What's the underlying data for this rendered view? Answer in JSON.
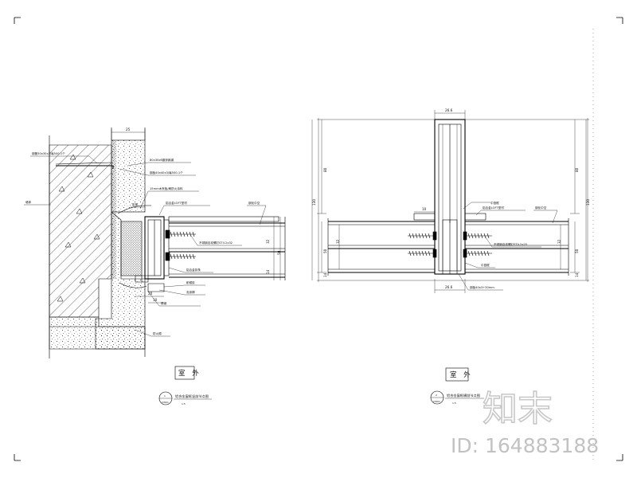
{
  "drawing_left": {
    "dims": {
      "top_width": "25",
      "d1": "20",
      "d2": "10",
      "side_a": "32",
      "side_b": "50",
      "side_c": "14",
      "side_d": "12"
    },
    "labels": [
      "钢管30x30x3/每500-1个",
      "80x30x6镀锌扁钢",
      "钢板40x40x3/每500-1个",
      "15mm木夹板/刷防火涂料",
      "胶条",
      "铝合金LOFT型材",
      "钢化中空",
      "不锈钢自攻螺钉ST4.2x32",
      "铝合金扣条",
      "耐候胶",
      "泡沫棒",
      "角钢",
      "墙体",
      "防火棉"
    ],
    "room_label": "室 外",
    "caption": {
      "number": "1",
      "ref": "CW01",
      "title": "铝合金窗框竖剖节点图",
      "scale": "1:5"
    }
  },
  "drawing_right": {
    "dims": {
      "top_width": "26.6",
      "bottom_width": "26.6",
      "left_total": "130",
      "left_upper": "80",
      "left_mid": "50",
      "left_low": "14",
      "right_total": "130",
      "right_upper": "80",
      "right_mid": "50",
      "right_low": "14",
      "inner_a": "32",
      "inner_b": "32",
      "gap": "10"
    },
    "labels": [
      "中竖框",
      "铝合金LOFT型材",
      "钢化中空",
      "不锈钢自攻螺钉ST4.2x25",
      "中竖框",
      "钢板40x3+30mm"
    ],
    "room_label": "室 外",
    "caption": {
      "number": "2",
      "ref": "CW01",
      "title": "铝合金窗框横剖节点图",
      "scale": "1:5"
    }
  },
  "watermark": {
    "logo": "知末",
    "id": "ID: 164883188"
  }
}
